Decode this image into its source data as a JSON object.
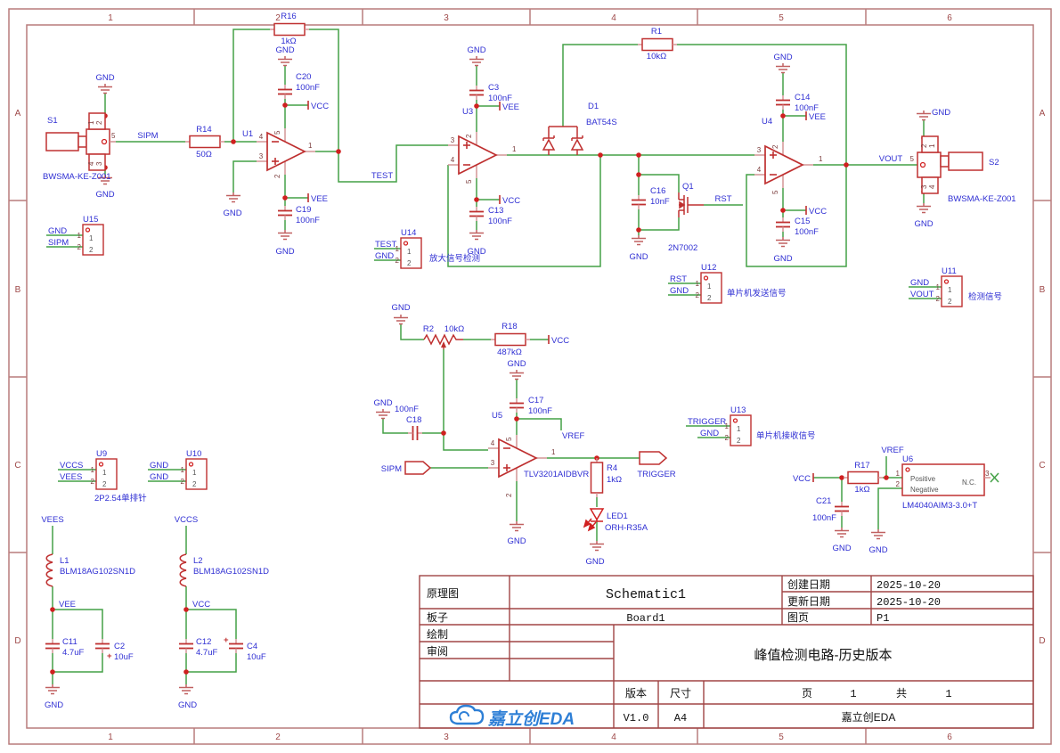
{
  "border": {
    "cols": [
      "1",
      "2",
      "3",
      "4",
      "5",
      "6"
    ],
    "rows": [
      "A",
      "B",
      "C",
      "D"
    ]
  },
  "nets": {
    "gnd": "GND",
    "vcc": "VCC",
    "vee": "VEE",
    "vref": "VREF",
    "sipm": "SIPM",
    "test": "TEST",
    "rst": "RST",
    "vout": "VOUT",
    "trigger": "TRIGGER",
    "vees": "VEES",
    "vccs": "VCCS"
  },
  "pins": {
    "n1": "1",
    "n2": "2",
    "n3": "3",
    "n4": "4",
    "n5": "5"
  },
  "misc": {
    "plus": "+"
  },
  "parts": {
    "s1": {
      "ref": "S1",
      "val": "BWSMA-KE-Z001"
    },
    "s2": {
      "ref": "S2",
      "val": "BWSMA-KE-Z001"
    },
    "r1": {
      "ref": "R1",
      "val": "10kΩ"
    },
    "r2": {
      "ref": "R2",
      "val": "10kΩ"
    },
    "r4": {
      "ref": "R4",
      "val": "1kΩ"
    },
    "r14": {
      "ref": "R14",
      "val": "50Ω"
    },
    "r16": {
      "ref": "R16",
      "val": "1kΩ"
    },
    "r17": {
      "ref": "R17",
      "val": "1kΩ"
    },
    "r18": {
      "ref": "R18",
      "val": "487kΩ"
    },
    "c2": {
      "ref": "C2",
      "val": "10uF"
    },
    "c3": {
      "ref": "C3",
      "val": "100nF"
    },
    "c4": {
      "ref": "C4",
      "val": "10uF"
    },
    "c11": {
      "ref": "C11",
      "val": "4.7uF"
    },
    "c12": {
      "ref": "C12",
      "val": "4.7uF"
    },
    "c13": {
      "ref": "C13",
      "val": "100nF"
    },
    "c14": {
      "ref": "C14",
      "val": "100nF"
    },
    "c15": {
      "ref": "C15",
      "val": "100nF"
    },
    "c16": {
      "ref": "C16",
      "val": "10nF"
    },
    "c17": {
      "ref": "C17",
      "val": "100nF"
    },
    "c18": {
      "ref": "C18",
      "val": "100nF"
    },
    "c19": {
      "ref": "C19",
      "val": "100nF"
    },
    "c20": {
      "ref": "C20",
      "val": "100nF"
    },
    "c21": {
      "ref": "C21",
      "val": "100nF"
    },
    "l1": {
      "ref": "L1",
      "val": "BLM18AG102SN1D"
    },
    "l2": {
      "ref": "L2",
      "val": "BLM18AG102SN1D"
    },
    "d1": {
      "ref": "D1",
      "val": "BAT54S"
    },
    "q1": {
      "ref": "Q1",
      "val": "2N7002"
    },
    "led1": {
      "ref": "LED1",
      "val": "ORH-R35A"
    },
    "u1": {
      "ref": "U1"
    },
    "u3": {
      "ref": "U3"
    },
    "u4": {
      "ref": "U4"
    },
    "u5": {
      "ref": "U5",
      "val": "TLV3201AIDBVR"
    },
    "u6": {
      "ref": "U6",
      "val": "LM4040AIM3-3.0+T",
      "p1": "Positive",
      "p2": "Negative",
      "p3": "N.C."
    },
    "u9": {
      "ref": "U9",
      "note": "2P2.54单排针"
    },
    "u10": {
      "ref": "U10"
    },
    "u11": {
      "ref": "U11",
      "note": "检测信号"
    },
    "u12": {
      "ref": "U12",
      "note": "单片机发送信号"
    },
    "u13": {
      "ref": "U13",
      "note": "单片机接收信号"
    },
    "u14": {
      "ref": "U14",
      "note": "放大信号检测"
    },
    "u15": {
      "ref": "U15"
    }
  },
  "title_block": {
    "schematic_label": "原理图",
    "schematic_name": "Schematic1",
    "created_label": "创建日期",
    "created_date": "2025-10-20",
    "updated_label": "更新日期",
    "updated_date": "2025-10-20",
    "board_label": "板子",
    "board_name": "Board1",
    "sheet_label": "图页",
    "sheet_value": "P1",
    "drawn_label": "绘制",
    "review_label": "审阅",
    "doc_title": "峰值检测电路-历史版本",
    "version_label": "版本",
    "version_value": "V1.0",
    "size_label": "尺寸",
    "size_value": "A4",
    "page_label": "页",
    "page_num": "1",
    "total_label": "共",
    "total_num": "1",
    "company": "嘉立创EDA",
    "logo_text": "嘉立创EDA"
  }
}
